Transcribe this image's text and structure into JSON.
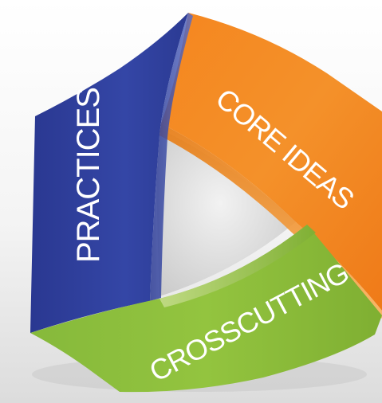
{
  "diagram": {
    "segments": [
      {
        "id": "practices",
        "label": "PRACTICES",
        "color": "#2f3f9e"
      },
      {
        "id": "core-ideas",
        "label": "CORE IDEAS",
        "color": "#f28a1c"
      },
      {
        "id": "crosscutting",
        "label": "CROSSCUTTING",
        "color": "#8cbd3c"
      }
    ]
  }
}
